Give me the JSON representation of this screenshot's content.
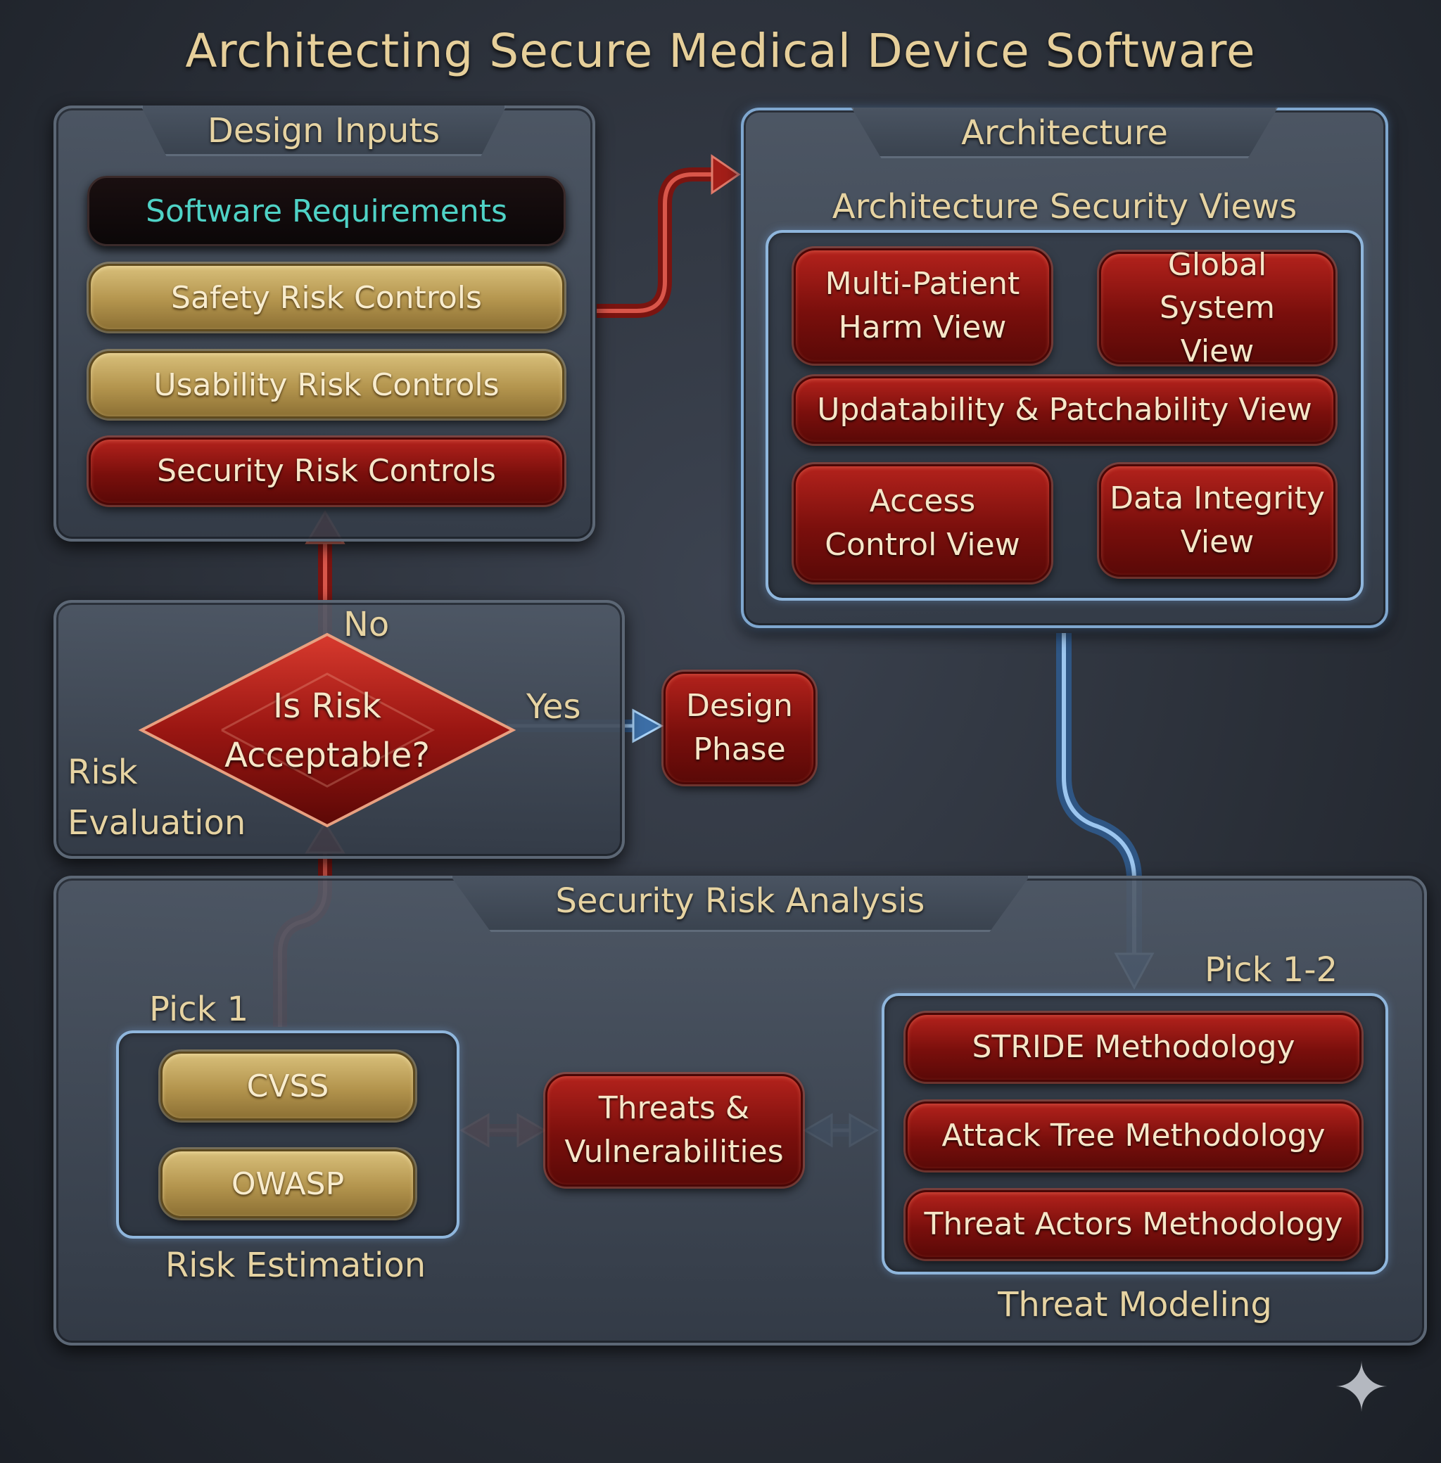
{
  "title": "Architecting Secure Medical Device Software",
  "design_inputs": {
    "title": "Design Inputs",
    "software_requirements": "Software Requirements",
    "safety_risk_controls": "Safety Risk Controls",
    "usability_risk_controls": "Usability Risk Controls",
    "security_risk_controls": "Security Risk Controls"
  },
  "architecture": {
    "title": "Architecture",
    "subtitle": "Architecture Security Views",
    "multi_patient": "Multi-Patient Harm View",
    "global_system": "Global System View",
    "updatability": "Updatability & Patchability View",
    "access_control": "Access Control View",
    "data_integrity": "Data Integrity View"
  },
  "risk_evaluation": {
    "label": "Risk Evaluation",
    "decision": "Is Risk Acceptable?",
    "no": "No",
    "yes": "Yes",
    "design_phase": "Design Phase"
  },
  "security_risk_analysis": {
    "title": "Security Risk Analysis",
    "risk_estimation": {
      "pick": "Pick 1",
      "cvss": "CVSS",
      "owasp": "OWASP",
      "label": "Risk Estimation"
    },
    "threats_vulnerabilities": "Threats & Vulnerabilities",
    "threat_modeling": {
      "pick": "Pick 1-2",
      "stride": "STRIDE Methodology",
      "attack_tree": "Attack Tree Methodology",
      "threat_actors": "Threat Actors Methodology",
      "label": "Threat Modeling"
    }
  },
  "colors": {
    "red_pill": "#8a1410",
    "gold_pill": "#b3944d",
    "blue_accent": "#7fa7cf",
    "text_gold": "#e6d3a2",
    "text_cyan": "#4fd2c6"
  }
}
